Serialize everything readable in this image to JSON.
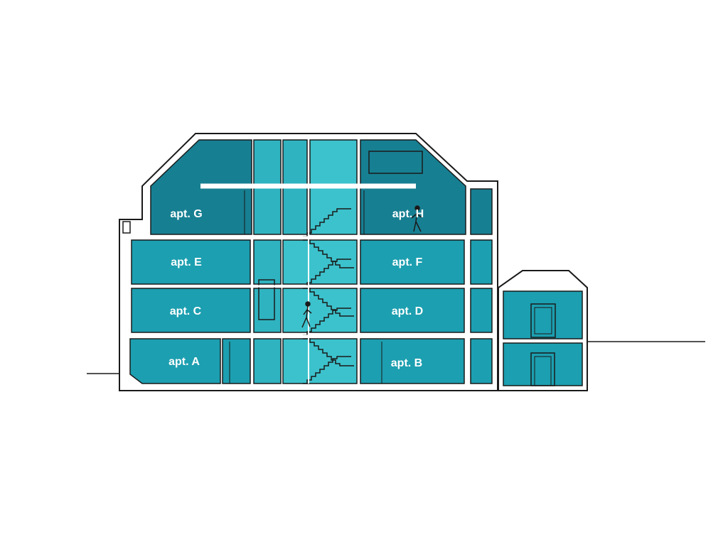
{
  "colors": {
    "wall": "#1a1a1a",
    "deep_teal": "#177f92",
    "mid_teal": "#1c9fb0",
    "light_teal": "#3cc2cc",
    "label": "#ffffff"
  },
  "apartments": {
    "a": "apt. A",
    "b": "apt. B",
    "c": "apt. C",
    "d": "apt. D",
    "e": "apt. E",
    "f": "apt. F",
    "g": "apt. G",
    "h": "apt. H"
  },
  "icons": {
    "person_top": "walking-person-icon",
    "person_stairs": "walking-person-icon"
  }
}
